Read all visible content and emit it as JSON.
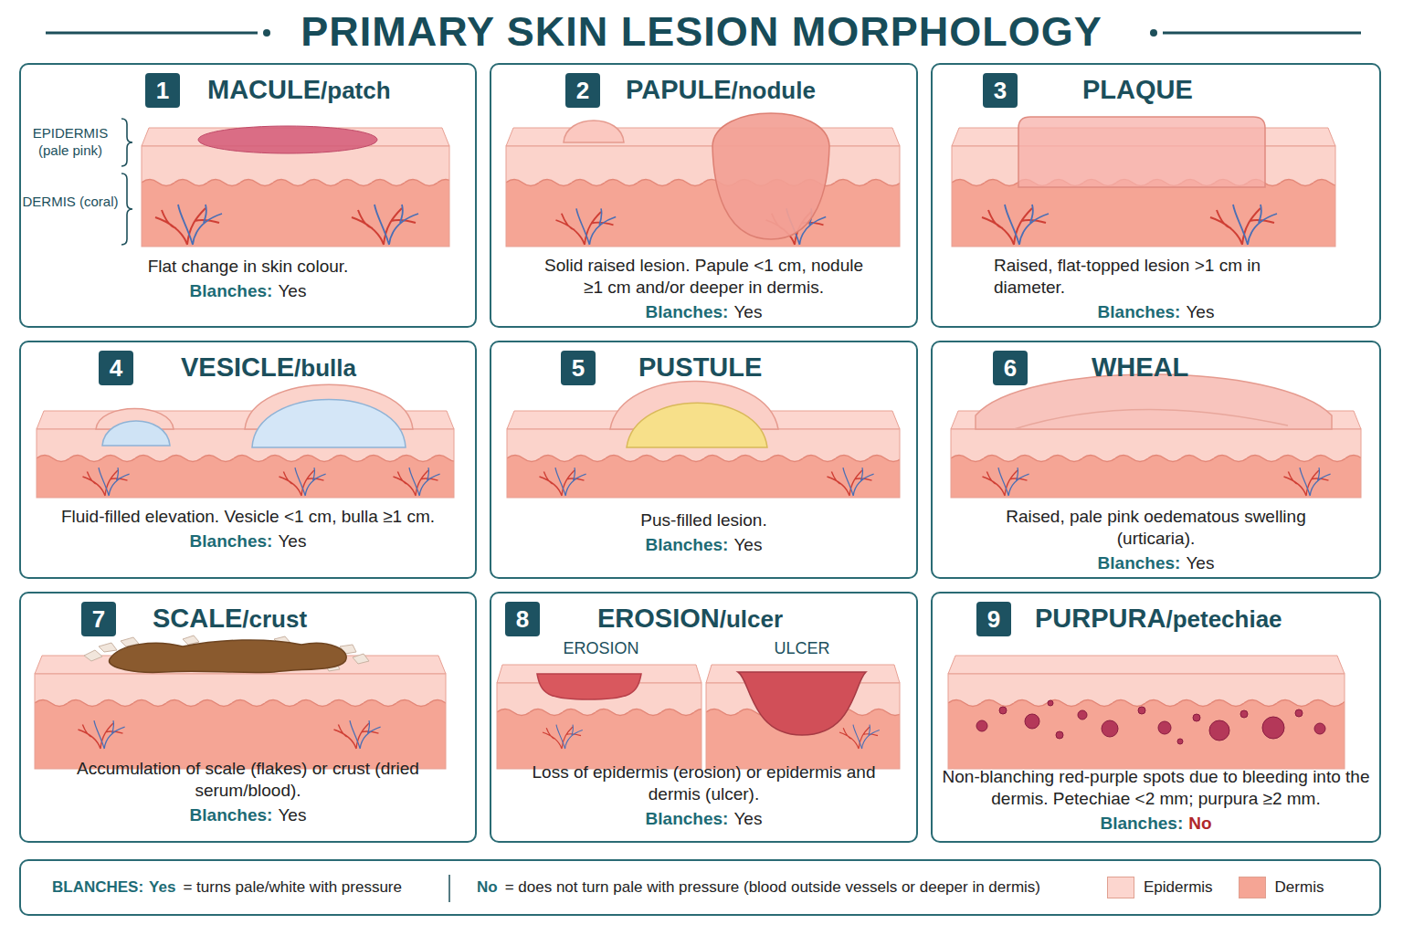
{
  "diagram": {
    "title": "PRIMARY SKIN LESION MORPHOLOGY",
    "nodes": [
      {
        "text": [
          "1",
          "MACULE",
          "/patch",
          "Flat change in skin colour.",
          "Blanches:",
          "Yes"
        ]
      },
      {
        "text": [
          "2",
          "PAPULE",
          "/nodule",
          "Solid raised lesion. Papule <1 cm, nodule ≥1 cm and/or deeper in dermis.",
          "Blanches:",
          "Yes"
        ]
      },
      {
        "text": [
          "3",
          "PLAQUE",
          "Raised, flat-topped lesion >1 cm in diameter.",
          "Blanches:",
          "Yes"
        ]
      },
      {
        "text": [
          "4",
          "VESICLE",
          "/bulla",
          "Fluid-filled elevation. Vesicle <1 cm, bulla ≥1 cm.",
          "Blanches:",
          "Yes"
        ]
      },
      {
        "text": [
          "5",
          "PUSTULE",
          "Pus-filled lesion.",
          "Blanches:",
          "Yes"
        ]
      },
      {
        "text": [
          "6",
          "WHEAL",
          "Raised, pale pink oedematous swelling (urticaria).",
          "Blanches:",
          "Yes"
        ]
      },
      {
        "text": [
          "7",
          "SCALE",
          "/crust",
          "Accumulation of scale (flakes) or crust (dried serum/blood).",
          "Blanches:",
          "Yes"
        ]
      },
      {
        "text": [
          "8",
          "EROSION",
          "/ulcer",
          "Loss of epidermis (erosion) or epidermis and dermis (ulcer).",
          "Blanches:",
          "Yes"
        ]
      },
      {
        "text": [
          "9",
          "PURPURA",
          "/petechiae",
          "Non-blanching red-purple spots due to bleeding into the dermis. Petechiae <2 mm; purpura ≥2 mm.",
          "Blanches:",
          "No"
        ]
      },
      {
        "text": [
          "BLANCHES:",
          "Yes",
          "= turns pale/white with pressure",
          "No",
          "= does not turn pale with pressure (blood outside vessels or deeper in dermis)"
        ]
      }
    ],
    "labels": [
      "EPIDERMIS (pale pink)",
      "DERMIS (coral)",
      "EROSION",
      "ULCER"
    ],
    "legend": [
      {
        "text": "Epidermis",
        "color": "#fcd6cf"
      },
      {
        "text": "Dermis",
        "color": "#f5a595"
      }
    ]
  }
}
